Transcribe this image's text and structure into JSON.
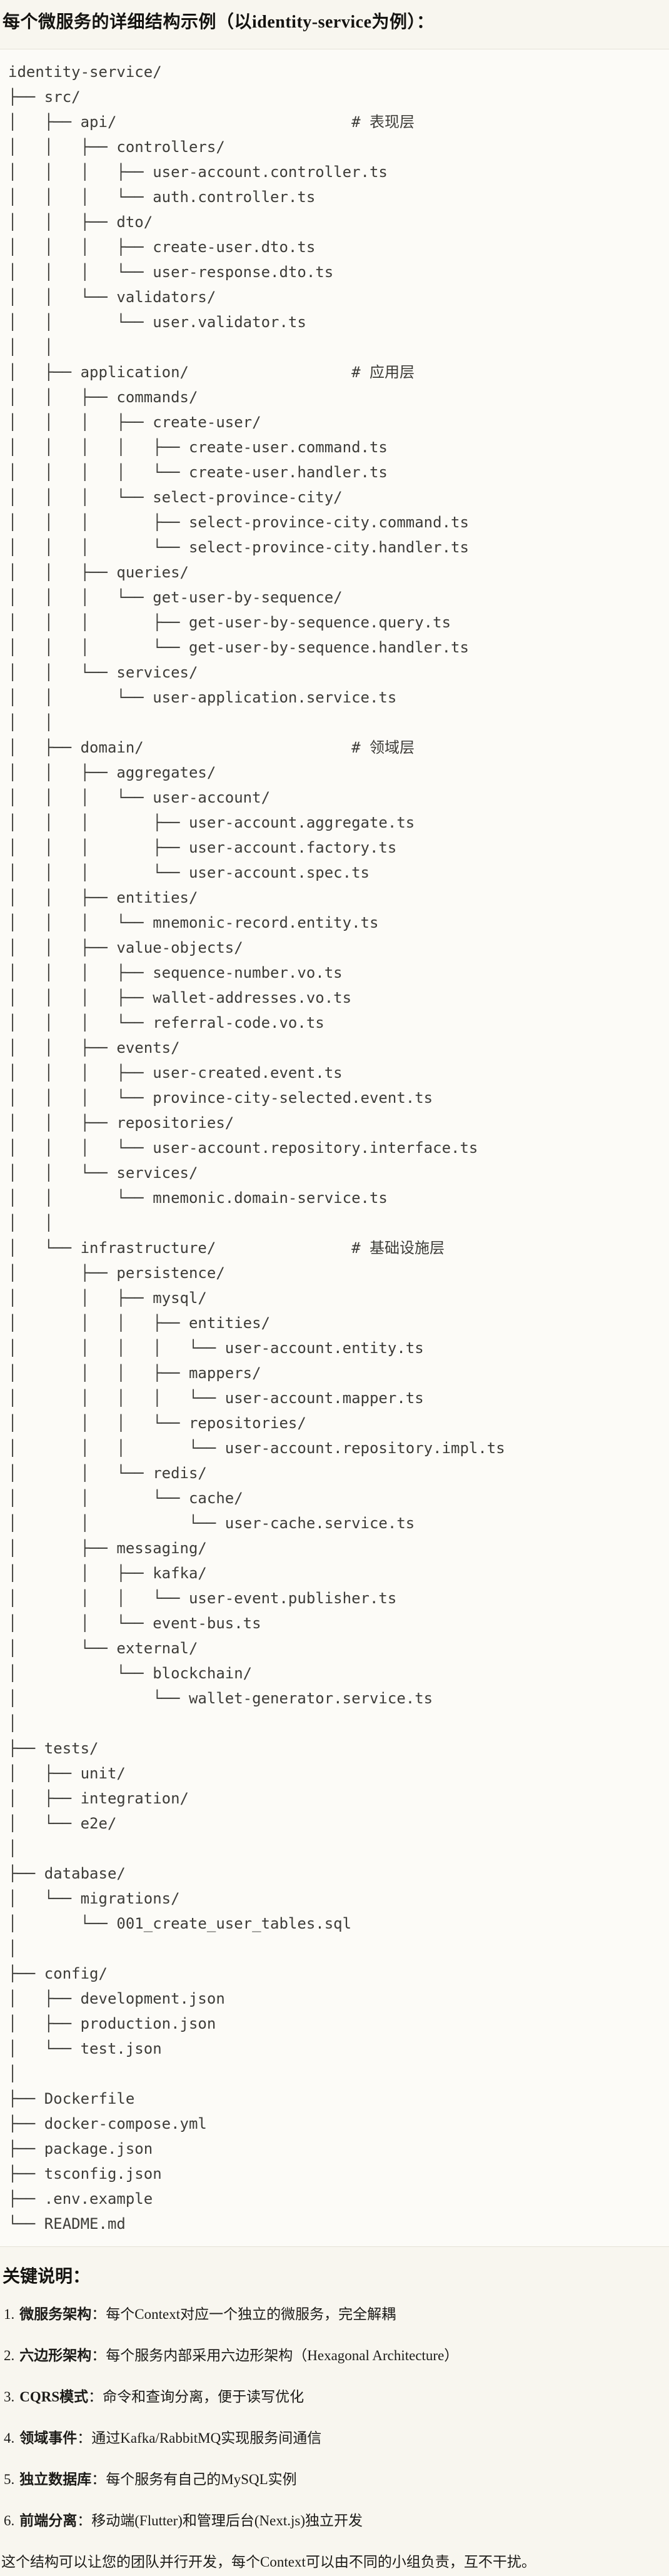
{
  "title": "每个微服务的详细结构示例（以identity-service为例）：",
  "colors": {
    "page_bg": "#F8F6EF",
    "code_bg": "#FCFBF7",
    "border": "#E5E2D8",
    "text": "#1C1B18",
    "tree_text": "#3D3C38",
    "title_text": "#141310"
  },
  "code": {
    "language": "plaintext",
    "lines": [
      "identity-service/",
      "├── src/",
      "│   ├── api/                          # 表现层",
      "│   │   ├── controllers/",
      "│   │   │   ├── user-account.controller.ts",
      "│   │   │   └── auth.controller.ts",
      "│   │   ├── dto/",
      "│   │   │   ├── create-user.dto.ts",
      "│   │   │   └── user-response.dto.ts",
      "│   │   └── validators/",
      "│   │       └── user.validator.ts",
      "│   │",
      "│   ├── application/                  # 应用层",
      "│   │   ├── commands/",
      "│   │   │   ├── create-user/",
      "│   │   │   │   ├── create-user.command.ts",
      "│   │   │   │   └── create-user.handler.ts",
      "│   │   │   └── select-province-city/",
      "│   │   │       ├── select-province-city.command.ts",
      "│   │   │       └── select-province-city.handler.ts",
      "│   │   ├── queries/",
      "│   │   │   └── get-user-by-sequence/",
      "│   │   │       ├── get-user-by-sequence.query.ts",
      "│   │   │       └── get-user-by-sequence.handler.ts",
      "│   │   └── services/",
      "│   │       └── user-application.service.ts",
      "│   │",
      "│   ├── domain/                       # 领域层",
      "│   │   ├── aggregates/",
      "│   │   │   └── user-account/",
      "│   │   │       ├── user-account.aggregate.ts",
      "│   │   │       ├── user-account.factory.ts",
      "│   │   │       └── user-account.spec.ts",
      "│   │   ├── entities/",
      "│   │   │   └── mnemonic-record.entity.ts",
      "│   │   ├── value-objects/",
      "│   │   │   ├── sequence-number.vo.ts",
      "│   │   │   ├── wallet-addresses.vo.ts",
      "│   │   │   └── referral-code.vo.ts",
      "│   │   ├── events/",
      "│   │   │   ├── user-created.event.ts",
      "│   │   │   └── province-city-selected.event.ts",
      "│   │   ├── repositories/",
      "│   │   │   └── user-account.repository.interface.ts",
      "│   │   └── services/",
      "│   │       └── mnemonic.domain-service.ts",
      "│   │",
      "│   └── infrastructure/               # 基础设施层",
      "│       ├── persistence/",
      "│       │   ├── mysql/",
      "│       │   │   ├── entities/",
      "│       │   │   │   └── user-account.entity.ts",
      "│       │   │   ├── mappers/",
      "│       │   │   │   └── user-account.mapper.ts",
      "│       │   │   └── repositories/",
      "│       │   │       └── user-account.repository.impl.ts",
      "│       │   └── redis/",
      "│       │       └── cache/",
      "│       │           └── user-cache.service.ts",
      "│       ├── messaging/",
      "│       │   ├── kafka/",
      "│       │   │   └── user-event.publisher.ts",
      "│       │   └── event-bus.ts",
      "│       └── external/",
      "│           └── blockchain/",
      "│               └── wallet-generator.service.ts",
      "│",
      "├── tests/",
      "│   ├── unit/",
      "│   ├── integration/",
      "│   └── e2e/",
      "│",
      "├── database/",
      "│   └── migrations/",
      "│       └── 001_create_user_tables.sql",
      "│",
      "├── config/",
      "│   ├── development.json",
      "│   ├── production.json",
      "│   └── test.json",
      "│",
      "├── Dockerfile",
      "├── docker-compose.yml",
      "├── package.json",
      "├── tsconfig.json",
      "├── .env.example",
      "└── README.md"
    ]
  },
  "notes": {
    "heading": "关键说明：",
    "items": [
      {
        "num": "1.",
        "label": "微服务架构",
        "colon": "：",
        "text": "每个Context对应一个独立的微服务，完全解耦"
      },
      {
        "num": "2.",
        "label": "六边形架构",
        "colon": "：",
        "text": "每个服务内部采用六边形架构（Hexagonal Architecture）"
      },
      {
        "num": "3.",
        "label": "CQRS模式",
        "colon": "：",
        "text": "命令和查询分离，便于读写优化"
      },
      {
        "num": "4.",
        "label": "领域事件",
        "colon": "：",
        "text": "通过Kafka/RabbitMQ实现服务间通信"
      },
      {
        "num": "5.",
        "label": "独立数据库",
        "colon": "：",
        "text": "每个服务有自己的MySQL实例"
      },
      {
        "num": "6.",
        "label": "前端分离",
        "colon": "：",
        "text": "移动端(Flutter)和管理后台(Next.js)独立开发"
      }
    ]
  },
  "footer": {
    "text": "这个结构可以让您的团队并行开发，每个Context可以由不同的小组负责，互不干扰。"
  }
}
